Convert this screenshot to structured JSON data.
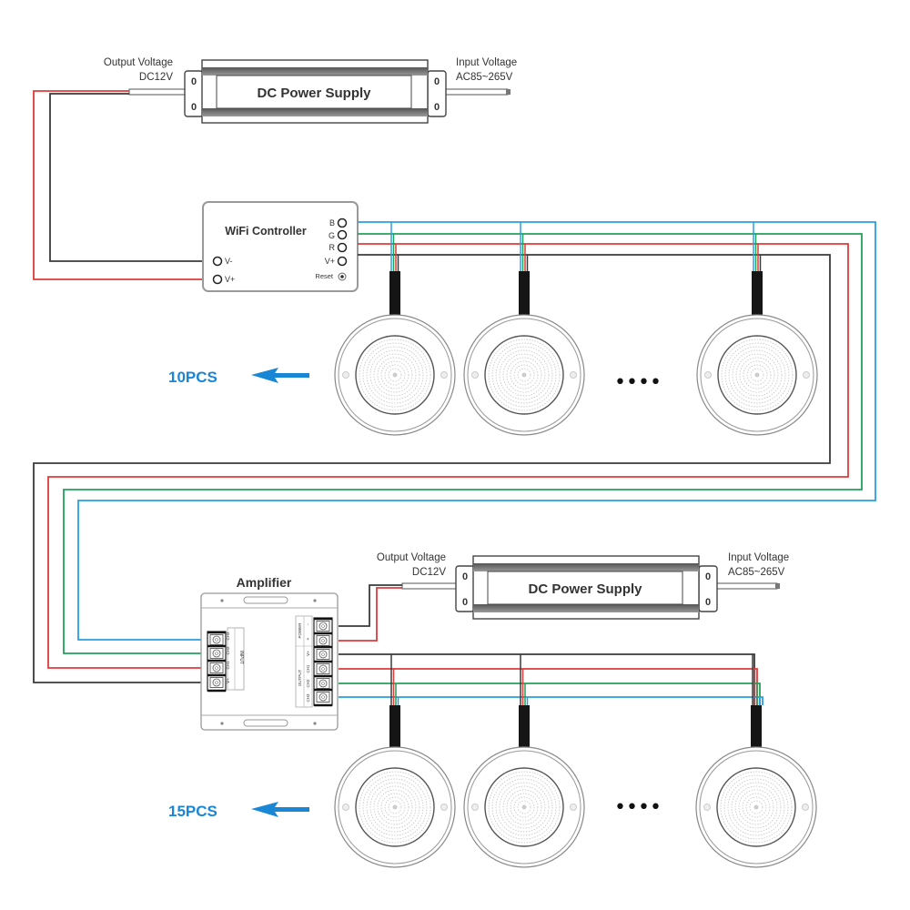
{
  "colors": {
    "blue_wire": "#2a9fe0",
    "green_wire": "#22a05a",
    "red_wire": "#e03a3a",
    "black_wire": "#3a3a3a",
    "accent_text": "#1a86d6"
  },
  "power_supply_top": {
    "title": "DC Power Supply",
    "output_label": "Output Voltage",
    "output_value": "DC12V",
    "input_label": "Input Voltage",
    "input_value": "AC85~265V",
    "mount_hole_glyph": "0"
  },
  "power_supply_bottom": {
    "title": "DC Power Supply",
    "output_label": "Output Voltage",
    "output_value": "DC12V",
    "input_label": "Input Voltage",
    "input_value": "AC85~265V",
    "mount_hole_glyph": "0"
  },
  "wifi_controller": {
    "title": "WiFi Controller",
    "ports_right": [
      "B",
      "G",
      "R",
      "V+"
    ],
    "reset_label": "Reset",
    "ports_left": [
      "V-",
      "V+"
    ]
  },
  "amplifier": {
    "title": "Amplifier",
    "input_group": "INPUT",
    "input_ports": [
      "CH3",
      "CH2",
      "CH1",
      "V+"
    ],
    "power_group": "POWER",
    "power_ports": [
      "-",
      "+"
    ],
    "output_group": "OUTPUT",
    "output_ports": [
      "V+",
      "CH1",
      "CH2",
      "CH3"
    ]
  },
  "group_top": {
    "quantity_label": "10PCS",
    "arrow_icon": "left-arrow",
    "ellipsis": "••••"
  },
  "group_bottom": {
    "quantity_label": "15PCS",
    "arrow_icon": "left-arrow",
    "ellipsis": "••••"
  }
}
